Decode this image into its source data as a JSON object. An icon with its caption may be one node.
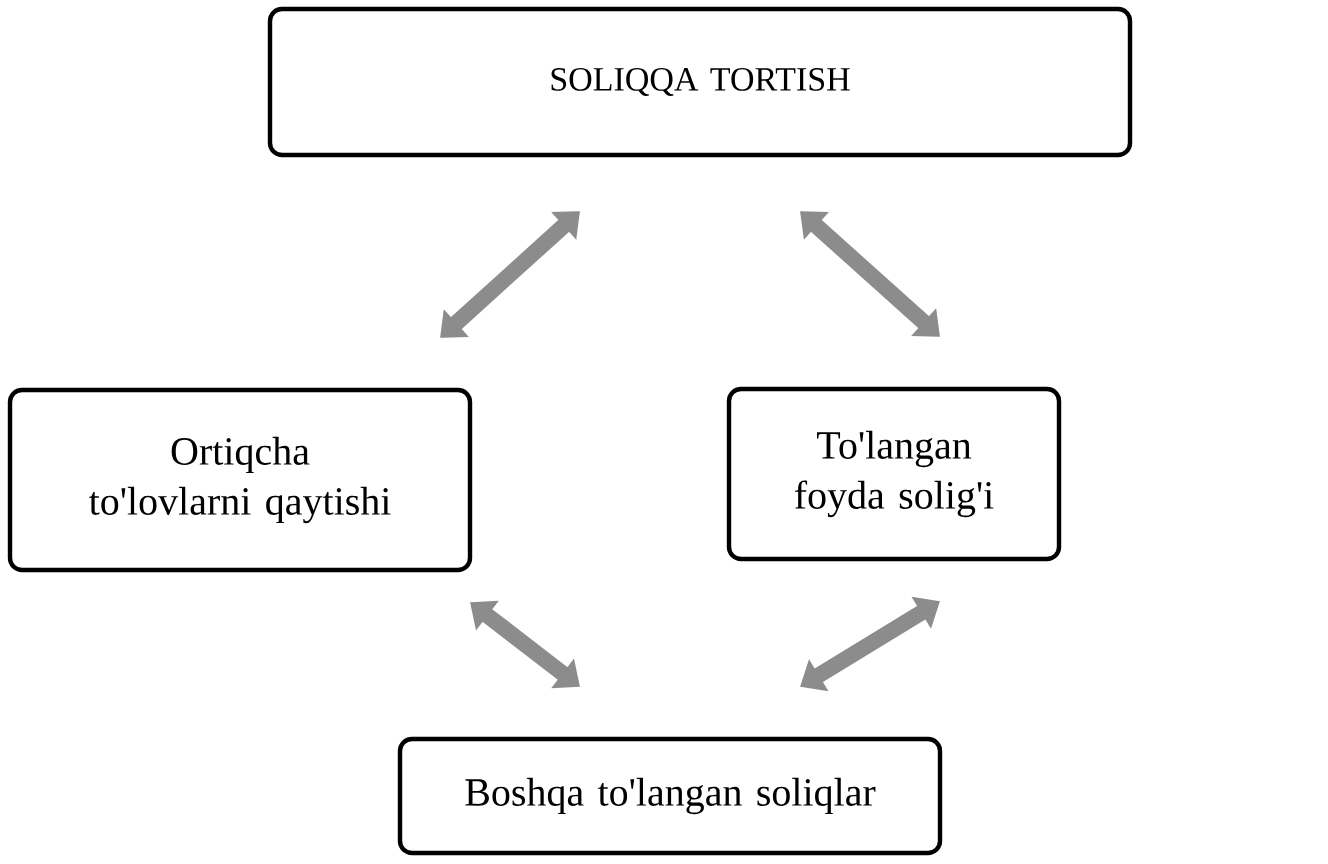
{
  "diagram": {
    "nodes": [
      {
        "text": [
          "SOLIQQA TORTISH"
        ]
      },
      {
        "text": [
          "Ortiqcha to'lovlarni qaytishi"
        ]
      },
      {
        "text": [
          "To'langan foyda solig'i"
        ]
      },
      {
        "text": [
          "Boshqa to'langan soliqlar"
        ]
      }
    ],
    "edges": [
      {
        "from": 0,
        "to": 1,
        "arrow": "both"
      },
      {
        "from": 0,
        "to": 2,
        "arrow": "both"
      },
      {
        "from": 1,
        "to": 3,
        "arrow": "both"
      },
      {
        "from": 2,
        "to": 3,
        "arrow": "both"
      }
    ]
  }
}
